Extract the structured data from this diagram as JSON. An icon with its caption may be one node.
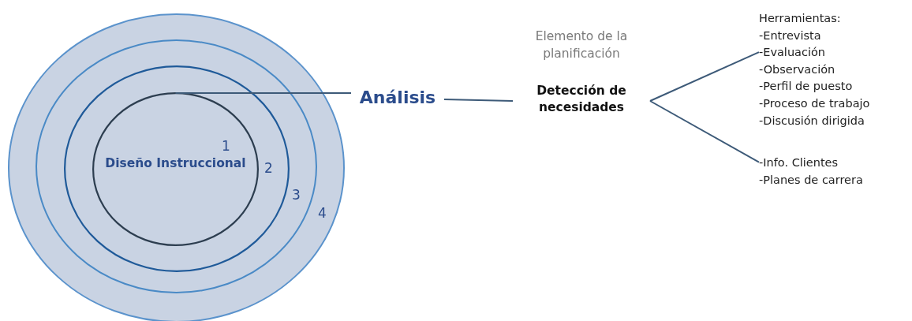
{
  "diagram": {
    "nodes": [
      {
        "text": [],
        "shape": "circle"
      },
      {
        "text": [],
        "shape": "circle",
        "in": 0
      },
      {
        "text": [],
        "shape": "circle",
        "in": 1
      },
      {
        "text": [
          "Diseño Instruccional"
        ],
        "in": 2
      },
      {
        "text": [
          "Análisis"
        ]
      },
      {
        "text": [
          "Detección de necesidades"
        ],
        "beside": [
          "Elemento de la planificación"
        ]
      },
      {
        "text": [
          "Herramientas:",
          "-Entrevista",
          "-Evaluación",
          "-Observación",
          "-Perfil de puesto",
          "-Proceso de trabajo",
          "-Discusión dirigida"
        ]
      },
      {
        "text": [
          "-Info. Clientes",
          "-Planes de carrera"
        ]
      }
    ],
    "edges": [
      {
        "from": 3,
        "to": 4,
        "arrow": "none"
      },
      {
        "from": 4,
        "to": 5,
        "arrow": "none"
      },
      {
        "from": 5,
        "to": 6,
        "arrow": "none"
      },
      {
        "from": 5,
        "to": 7,
        "arrow": "none"
      }
    ],
    "labels": [
      "1",
      "2",
      "3",
      "4"
    ]
  }
}
